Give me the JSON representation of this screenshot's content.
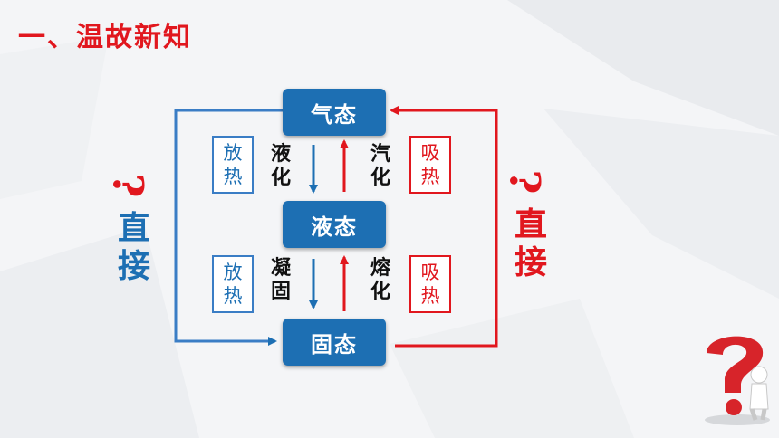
{
  "title": "一、温故新知",
  "states": {
    "gas": "气态",
    "liquid": "液态",
    "solid": "固态"
  },
  "transitions": {
    "liquefaction": [
      "液",
      "化"
    ],
    "vaporization": [
      "汽",
      "化"
    ],
    "solidification": [
      "凝",
      "固"
    ],
    "melting": [
      "熔",
      "化"
    ]
  },
  "heat": {
    "release": [
      "放",
      "热"
    ],
    "absorb": [
      "吸",
      "热"
    ]
  },
  "sides": {
    "direct": [
      "直",
      "接"
    ],
    "question": "?"
  },
  "colors": {
    "blue": "#1d6fb3",
    "red": "#e1171e"
  },
  "icons": {
    "corner": "question-mark-figure-icon"
  }
}
